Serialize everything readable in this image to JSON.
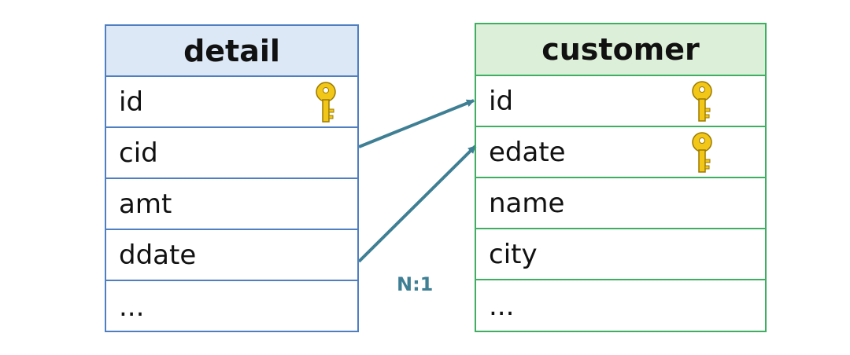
{
  "tables": {
    "detail": {
      "title": "detail",
      "fields": [
        "id",
        "cid",
        "amt",
        "ddate",
        "..."
      ],
      "key_fields": [
        "id"
      ]
    },
    "customer": {
      "title": "customer",
      "fields": [
        "id",
        "edate",
        "name",
        "city",
        "..."
      ],
      "key_fields": [
        "id",
        "edate"
      ]
    }
  },
  "relationships": [
    {
      "from": "detail.cid",
      "to": "customer.id"
    },
    {
      "from": "detail.ddate",
      "to": "customer.edate"
    }
  ],
  "cardinality_label": "N:1",
  "colors": {
    "detail_border": "#4f7fc1",
    "detail_header": "#dce8f6",
    "customer_border": "#3fae62",
    "customer_header": "#dcefd8",
    "arrow": "#3f7f94",
    "key": "#f2c718"
  },
  "icons": {
    "primary_key": "key-icon"
  }
}
